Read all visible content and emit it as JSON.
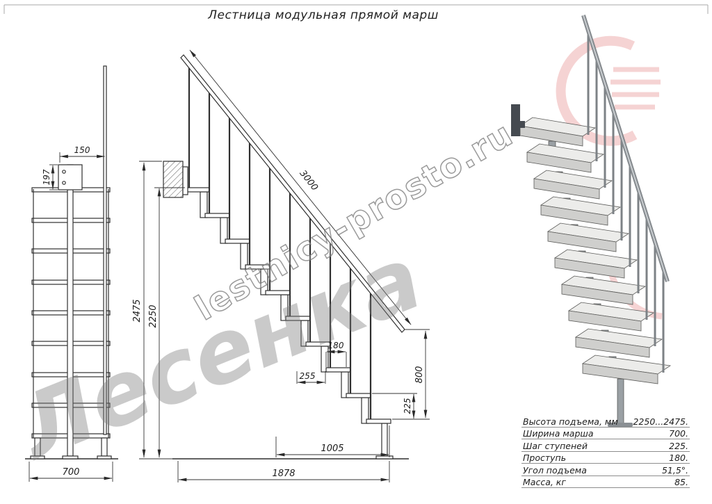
{
  "title": "Лестница модульная прямой марш",
  "watermarks": {
    "brand": "Лесенка",
    "site": "lestnicy-prosto.ru"
  },
  "colors": {
    "accent": "#d63b3b",
    "steel": "#8a8f93",
    "line": "#2f2f2f"
  },
  "dims": {
    "front_width": "150",
    "front_height": "197",
    "stair_width": "700",
    "rail_length": "3000",
    "total_height": "2475",
    "floor_height": "2250",
    "tread_depth": "180",
    "module_pitch": "255",
    "rail_end_height": "800",
    "step_rise": "225",
    "bottom_run": "1005",
    "total_run": "1878"
  },
  "specs": {
    "rows": [
      {
        "label": "Высота подъема, мм",
        "value": "2250...2475."
      },
      {
        "label": "Ширина марша",
        "value": "700."
      },
      {
        "label": "Шаг ступеней",
        "value": "225."
      },
      {
        "label": "Проступь",
        "value": "180."
      },
      {
        "label": "Угол подъема",
        "value": "51,5°."
      },
      {
        "label": "Масса, кг",
        "value": "85."
      }
    ]
  }
}
